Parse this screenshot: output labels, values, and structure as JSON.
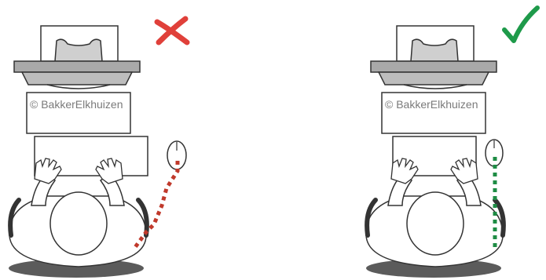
{
  "watermark_text": "© BakkerElkhuizen",
  "panels": [
    {
      "id": "wrong",
      "mark_icon": "cross-icon",
      "mark_color": "#e0403a",
      "arm_path_color": "#c0392b"
    },
    {
      "id": "right",
      "mark_icon": "check-icon",
      "mark_color": "#1e9a4a",
      "arm_path_color": "#1e8c44"
    }
  ],
  "colors": {
    "outline": "#333333",
    "monitor_top": "#a9a9a9",
    "monitor_base": "#9a9a9a",
    "chair_base": "#5b5b5b",
    "screen_fill": "#eeeeee",
    "body_fill": "#ffffff"
  }
}
